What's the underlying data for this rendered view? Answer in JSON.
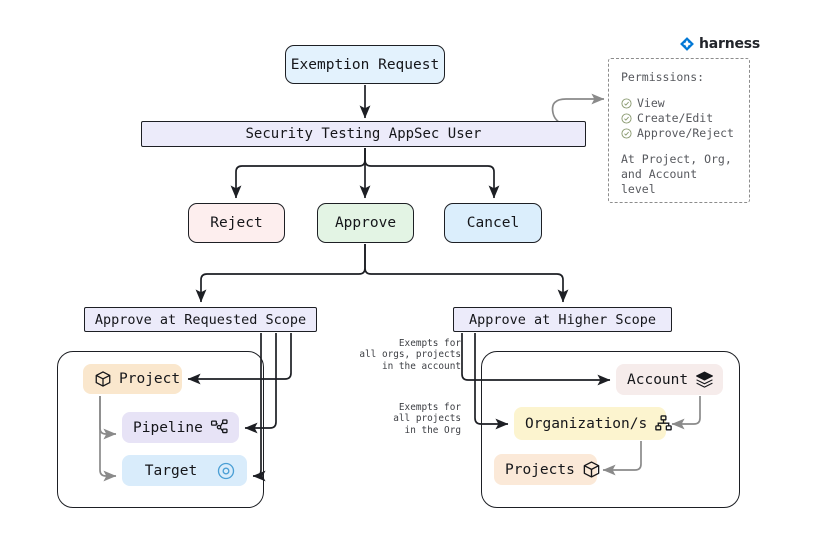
{
  "brand": {
    "name": "harness",
    "logo_icon": "harness-diamond-icon",
    "logo_color": "#0278d5"
  },
  "diagram": {
    "type": "flowchart",
    "title": "Exemption Request approval flow",
    "nodes": {
      "exemption_request": {
        "label": "Exemption Request",
        "color": "#e3f2fd"
      },
      "appsec_user": {
        "label": "Security Testing AppSec User",
        "color": "#ecebfa"
      },
      "reject": {
        "label": "Reject",
        "color": "#fdeeee"
      },
      "approve": {
        "label": "Approve",
        "color": "#e3f4e4"
      },
      "cancel": {
        "label": "Cancel",
        "color": "#dbeefc"
      },
      "approve_requested_scope": {
        "label": "Approve at Requested Scope",
        "color": "#ecebfa"
      },
      "approve_higher_scope": {
        "label": "Approve at Higher Scope",
        "color": "#ecebfa"
      },
      "project": {
        "label": "Project",
        "color": "#fae7cd",
        "icon": "cube-icon"
      },
      "pipeline": {
        "label": "Pipeline",
        "color": "#e7e3f6",
        "icon": "pipeline-nodes-icon"
      },
      "target": {
        "label": "Target",
        "color": "#d9ecfb",
        "icon": "target-circle-icon"
      },
      "account": {
        "label": "Account",
        "color": "#f6eceb",
        "icon": "layers-icon"
      },
      "organizations": {
        "label": "Organization/s",
        "color": "#fcf4cf",
        "icon": "org-chart-icon"
      },
      "projects": {
        "label": "Projects",
        "color": "#fbe9d8",
        "icon": "cube-icon"
      }
    },
    "edge_labels": {
      "account_exempt": "Exempts for\nall orgs, projects\nin the account",
      "org_exempt": "Exempts for\nall projects\nin the Org"
    }
  },
  "permissions": {
    "title": "Permissions:",
    "items": [
      {
        "label": "View",
        "icon": "check-circle-icon"
      },
      {
        "label": "Create/Edit",
        "icon": "check-circle-icon"
      },
      {
        "label": "Approve/Reject",
        "icon": "check-circle-icon"
      }
    ],
    "footer_line1": "At Project, Org,",
    "footer_line2": "and Account level"
  }
}
